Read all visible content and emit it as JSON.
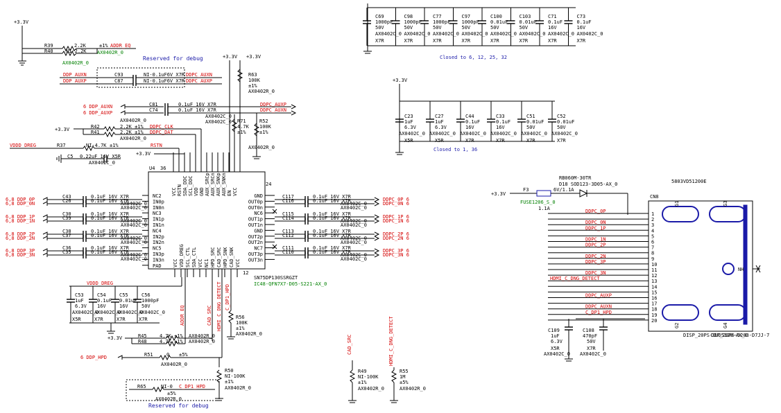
{
  "rails": {
    "v33": "+3.3V",
    "vddd": "VDDD_DREG"
  },
  "addr": {
    "r39": "R39",
    "r39v": "2.2K",
    "r40": "R40",
    "r40v": "NI-2.2K",
    "tol": "±1%",
    "net": "ADDR_EQ",
    "fp1": "AX0402R_0",
    "fp2": "AX0402R_0"
  },
  "debug_top": {
    "note": "Reserved for debug",
    "c93": "C93",
    "c87": "C87",
    "cv": "NI-0.1uF6V X7R",
    "auxn_in": "DDP_AUXN",
    "auxp_in": "DDP_AUXP",
    "auxn_out": "DDPC_AUXN",
    "auxp_out": "DDPC_AUXP"
  },
  "aux": {
    "in_n": "6 DDP_AUXN",
    "in_p": "6 DDP_AUXP",
    "c81": "C81",
    "c74": "C74",
    "cv": "0.1uF 16V X7R",
    "fp": "AX0402C_0",
    "out_p": "DDPC_AUXP",
    "out_n": "DDPC_AUXN"
  },
  "pullups": {
    "r63": "R63",
    "r63v": "100K",
    "r63t": "±1%",
    "r63fp": "AX0402R_0",
    "r71": "R71",
    "r71v": "4.7K",
    "r71t": "±1%",
    "r52": "R52",
    "r52v": "100K",
    "r52t": "±1%",
    "r52fp": "AX0402R_0",
    "r42": "R42",
    "r41": "R41",
    "r4xv": "2.2K ±1%",
    "r4xfp": "AX0402R_0",
    "clk": "DDPC_CLK",
    "dat": "DDPC_DAT",
    "r37": "R37",
    "r37v": "NI-4.7K",
    "r37t": "±1%",
    "rstn": "RSTN",
    "c5": "C5",
    "c5v": "0.22uF 16V X5R",
    "c5fp": "AX0402C_0"
  },
  "ic": {
    "ref": "U4",
    "part": "SN75DP130SSRGZT",
    "fp": "IC48-QFN7X7-D05-S221-AX_0",
    "pin1": "36",
    "pin2": "24",
    "pin3": "12",
    "top_pins": [
      "VCC",
      "RSTN",
      "SDA_DDC",
      "SCL_DDC",
      "VDD",
      "GND",
      "AUX_SRCp",
      "AUX_SRCn",
      "AUX_SNKp",
      "AUX_SNKn",
      "EN",
      "VCC"
    ],
    "left_pins": [
      "NC2",
      "IN0p",
      "IN0n",
      "NC3",
      "IN1p",
      "IN1n",
      "NC4",
      "IN2p",
      "IN2n",
      "NC5",
      "IN3p",
      "IN3n",
      "PAD"
    ],
    "right_pins": [
      "GND",
      "OUT0p",
      "OUT0n",
      "NC6",
      "OUT1p",
      "OUT1n",
      "GND",
      "OUT2p",
      "OUT2n",
      "NC7",
      "OUT3p",
      "OUT3n"
    ],
    "bottom_pins": [
      "VCC",
      "VDD_DREG",
      "SCL_CTL",
      "SDA_CTL",
      "VCC",
      "NC1",
      "HPD_SRC",
      "CAD_SRC",
      "HPD_SNK",
      "CAD_SNK",
      "VCC"
    ]
  },
  "in_caps": {
    "cv": "0.1uF 16V X7R",
    "fp": "AX0402C_0",
    "refs": [
      "C43",
      "C26",
      "C30",
      "C39",
      "C38",
      "C37",
      "C36",
      "C35"
    ],
    "nets": [
      "6,8 DDP_0P",
      "6,8 DDP_0N",
      "6,8 DDP_1P",
      "6,8 DDP_1N",
      "6,8 DDP_2P",
      "6,8 DDP_2N",
      "6,8 DDP_3P",
      "6,8 DDP_3N"
    ]
  },
  "out_caps": {
    "cv": "0.1uF 16V X7R",
    "fp": "AX0402C_0",
    "refs": [
      "C117",
      "C116",
      "C115",
      "C114",
      "C113",
      "C112",
      "C111",
      "C110"
    ],
    "nets": [
      "DDPC_0P 6",
      "DDPC_0N 6",
      "DDPC_1P 6",
      "DDPC_1N 6",
      "DDPC_2P 6",
      "DDPC_2N 6",
      "DDPC_3P 6",
      "DDPC_3N 6"
    ]
  },
  "decap_top": {
    "refs": [
      "C69",
      "C98",
      "C77",
      "C97",
      "C100",
      "C103",
      "C71",
      "C73"
    ],
    "vals": [
      "1000pF",
      "1000pF",
      "1000pF",
      "1000pF",
      "0.01uF",
      "0.01uF",
      "0.1uF",
      "0.1uF"
    ],
    "volts": [
      "50V",
      "50V",
      "50V",
      "50V",
      "50V",
      "50V",
      "16V",
      "16V"
    ],
    "fp": "AX0402C_0",
    "diel": "X7R",
    "note": "Closed to 6, 12, 25, 32"
  },
  "decap_mid": {
    "refs": [
      "C23",
      "C27",
      "C44",
      "C33",
      "C51",
      "C52"
    ],
    "vals": [
      "1uF",
      "1uF",
      "0.1uF",
      "0.1uF",
      "0.01uF",
      "0.01uF"
    ],
    "volts": [
      "6.3V",
      "6.3V",
      "16V",
      "16V",
      "50V",
      "50V"
    ],
    "diels": [
      "X5R",
      "X5R",
      "X7R",
      "X7R",
      "X7R",
      "X7R"
    ],
    "fp": "AX0402C_0",
    "note": "Closed to 1, 36"
  },
  "vdreg_caps": {
    "refs": [
      "C53",
      "C54",
      "C55",
      "C56"
    ],
    "vals": [
      "1uF",
      "0.1uF",
      "0.01uF",
      "1000pF"
    ],
    "volts": [
      "6.3V",
      "16V",
      "16V",
      "50V"
    ],
    "diels": [
      "X5R",
      "X7R",
      "X7R",
      "X7R"
    ],
    "fp": "AX0402C_0"
  },
  "bottom": {
    "addr_eq": "ADDR_EQ",
    "cad_src": "CAD_SRC",
    "hdmi": "HDMI_C_DNG_DETECT",
    "dp1hpd": "C_DP1_HPD",
    "r45": "R45",
    "r48": "R48",
    "rv": "4.7K ±1%",
    "rfp": "AX0402R_0",
    "r56": "R56",
    "r56v": "100K",
    "r56t": "±1%",
    "r56fp": "AX0402R_0",
    "hpd_in": "6 DDP_HPD",
    "r51": "R51",
    "r51v": "0",
    "r51t": "±5%",
    "r51fp": "AX0402R_0",
    "r50": "R50",
    "r50v": "NI-100K",
    "r50t": "±1%",
    "r50fp": "AX0402R_0",
    "r65": "R65",
    "r65v": "NI-0",
    "r65t": "±5%",
    "r65fp": "AX0402R_0",
    "r65net": "C_DP1_HPD",
    "note": "Reserved for debug",
    "r49": "R49",
    "r49v": "NI-100K",
    "r49t": "±1%",
    "r49fp": "AX0402R_0",
    "r55": "R55",
    "r55v": "1M",
    "r55t": "±5%",
    "r55fp": "AX0402R_0"
  },
  "connector": {
    "title": "5803VD51200E",
    "ref": "CN8",
    "part": "DISP_20PS-3VD5120-AX_0",
    "part2": "DIP_20P6-5203-D7JJ-7",
    "fuse": "F3",
    "fuse_fp": "FUSE1206_S_0",
    "fuse_v": "1.1A",
    "fuse_rating": "6V/1.1A",
    "diode_part": "RB060M-30TR",
    "diode": "D18 SOD123-3D05-AX_0",
    "pins": [
      "1",
      "2",
      "3",
      "4",
      "5",
      "6",
      "7",
      "8",
      "9",
      "10",
      "11",
      "12",
      "13",
      "14",
      "15",
      "16",
      "17",
      "18",
      "19",
      "20"
    ],
    "nets": [
      "DDPC_0P",
      "",
      "DDPC_0N",
      "DDPC_1P",
      "",
      "DDPC_1N",
      "DDPC_2P",
      "",
      "DDPC_2N",
      "DDPC_3P",
      "",
      "DDPC_3N",
      "HDMI_C_DNG_DETECT",
      "",
      "",
      "DDPC_AUXP",
      "",
      "DDPC_AUXN",
      "C_DP1_HPD",
      ""
    ],
    "g1": "G1",
    "g2": "G2",
    "g3": "G3",
    "g4": "G4",
    "nh": "NH",
    "c109": "C109",
    "c109v": "1uF",
    "c109volt": "6.3V",
    "c109d": "X5R",
    "c108": "C108",
    "c108v": "470pF",
    "c108volt": "50V",
    "c108d": "X7R",
    "cfp": "AX0402C_0"
  },
  "colors": {
    "net_label": "#d40000",
    "debug_text": "#1a1aa8",
    "footprint_text": "#008000",
    "wire": "#000000"
  }
}
